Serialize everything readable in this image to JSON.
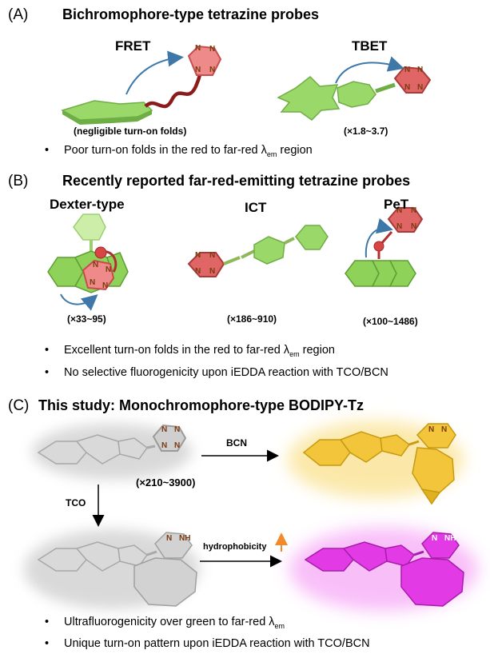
{
  "sectionA": {
    "letter": "(A)",
    "title": "Bichromophore-type tetrazine probes",
    "fret_label": "FRET",
    "tbet_label": "TBET",
    "fret_note": "(negligible turn-on folds)",
    "tbet_fold": "(×1.8~3.7)",
    "bullet_prefix": "Poor turn-on folds in the red to far-red λ",
    "bullet_sub": "em",
    "bullet_suffix": " region"
  },
  "sectionB": {
    "letter": "(B)",
    "title": "Recently reported far-red-emitting tetrazine probes",
    "dexter_label": "Dexter-type",
    "ict_label": "ICT",
    "pet_label": "PeT",
    "dexter_fold": "(×33~95)",
    "ict_fold": "(×186~910)",
    "pet_fold": "(×100~1486)",
    "bullet1_prefix": "Excellent turn-on folds in the red to far-red λ",
    "bullet1_sub": "em",
    "bullet1_suffix": " region",
    "bullet2": "No selective fluorogenicity upon iEDDA reaction with TCO/BCN"
  },
  "sectionC": {
    "letter": "(C)",
    "title": "This study: Monochromophore-type BODIPY-Tz",
    "bcn_label": "BCN",
    "tco_label": "TCO",
    "fold": "(×210~3900)",
    "hydrophobicity": "hydrophobicity",
    "nh_label": "NH",
    "bullet1_prefix": "Ultrafluorogenicity over green to far-red λ",
    "bullet1_sub": "em",
    "bullet2": "Unique turn-on pattern upon iEDDA reaction with TCO/BCN"
  },
  "atom_label": "N",
  "colors": {
    "green": "#9ad86a",
    "red": "#e86a6a",
    "yellow": "#f2c53a",
    "magenta": "#e23be6",
    "gray": "#c8c8c8",
    "arrow_blue": "#3e78a8",
    "linker": "#8c1c1c",
    "atom_brown": "#7a3b10"
  }
}
